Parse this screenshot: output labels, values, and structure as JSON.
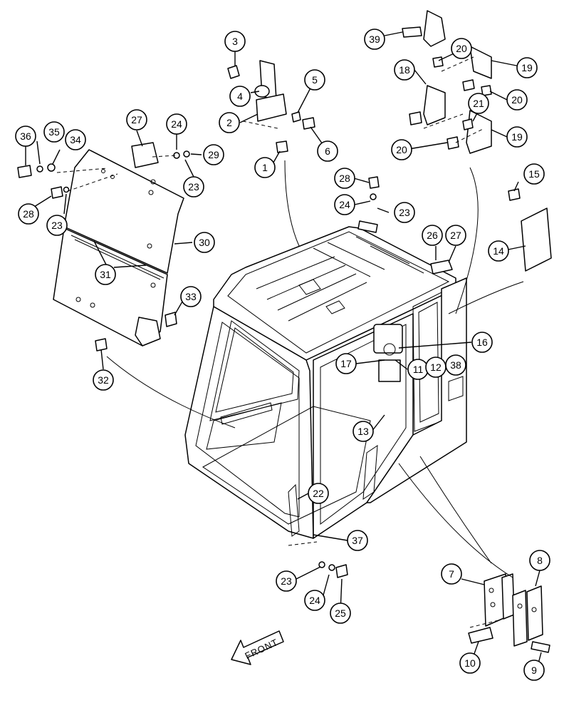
{
  "callouts": [
    {
      "id": "c3",
      "label": "3"
    },
    {
      "id": "c4",
      "label": "4"
    },
    {
      "id": "c5",
      "label": "5"
    },
    {
      "id": "c2",
      "label": "2"
    },
    {
      "id": "c6",
      "label": "6"
    },
    {
      "id": "c1",
      "label": "1"
    },
    {
      "id": "c39",
      "label": "39"
    },
    {
      "id": "c20a",
      "label": "20"
    },
    {
      "id": "c18",
      "label": "18"
    },
    {
      "id": "c19a",
      "label": "19"
    },
    {
      "id": "c21",
      "label": "21"
    },
    {
      "id": "c20b",
      "label": "20"
    },
    {
      "id": "c20c",
      "label": "20"
    },
    {
      "id": "c19b",
      "label": "19"
    },
    {
      "id": "c27a",
      "label": "27"
    },
    {
      "id": "c24a",
      "label": "24"
    },
    {
      "id": "c36",
      "label": "36"
    },
    {
      "id": "c35",
      "label": "35"
    },
    {
      "id": "c34",
      "label": "34"
    },
    {
      "id": "c29",
      "label": "29"
    },
    {
      "id": "c23a",
      "label": "23"
    },
    {
      "id": "c28a",
      "label": "28"
    },
    {
      "id": "c23b",
      "label": "23"
    },
    {
      "id": "c30",
      "label": "30"
    },
    {
      "id": "c31",
      "label": "31"
    },
    {
      "id": "c33",
      "label": "33"
    },
    {
      "id": "c32",
      "label": "32"
    },
    {
      "id": "c28b",
      "label": "28"
    },
    {
      "id": "c24b",
      "label": "24"
    },
    {
      "id": "c23c",
      "label": "23"
    },
    {
      "id": "c15",
      "label": "15"
    },
    {
      "id": "c26",
      "label": "26"
    },
    {
      "id": "c27b",
      "label": "27"
    },
    {
      "id": "c14",
      "label": "14"
    },
    {
      "id": "c16",
      "label": "16"
    },
    {
      "id": "c17",
      "label": "17"
    },
    {
      "id": "c11",
      "label": "11"
    },
    {
      "id": "c12",
      "label": "12"
    },
    {
      "id": "c38",
      "label": "38"
    },
    {
      "id": "c13",
      "label": "13"
    },
    {
      "id": "c22",
      "label": "22"
    },
    {
      "id": "c37",
      "label": "37"
    },
    {
      "id": "c23d",
      "label": "23"
    },
    {
      "id": "c24c",
      "label": "24"
    },
    {
      "id": "c25",
      "label": "25"
    },
    {
      "id": "c7",
      "label": "7"
    },
    {
      "id": "c8",
      "label": "8"
    },
    {
      "id": "c10",
      "label": "10"
    },
    {
      "id": "c9",
      "label": "9"
    }
  ],
  "front_arrow": {
    "label": "FRONT"
  }
}
